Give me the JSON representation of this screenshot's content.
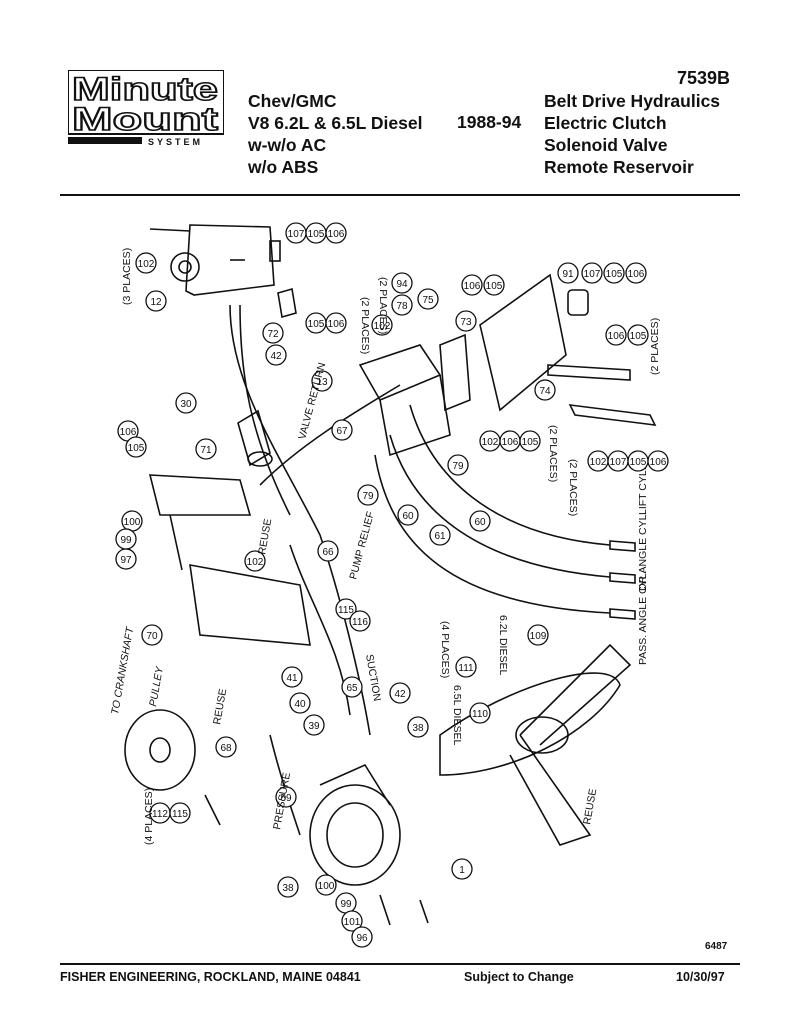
{
  "brand": {
    "line1": "Minute",
    "line2": "Mount",
    "tagline": "SYSTEM"
  },
  "header": {
    "vehicle_lines": [
      "Chev/GMC",
      "V8 6.2L & 6.5L Diesel",
      "w-w/o AC",
      "w/o ABS"
    ],
    "years": "1988-94",
    "part_number": "7539B",
    "kit_lines": [
      "Belt Drive Hydraulics",
      "Electric Clutch",
      "Solenoid Valve",
      "Remote Reservoir"
    ]
  },
  "diagram": {
    "callouts": [
      "102",
      "12",
      "107",
      "105",
      "106",
      "72",
      "105",
      "106",
      "42",
      "102",
      "78",
      "94",
      "75",
      "73",
      "106",
      "105",
      "91",
      "107",
      "105",
      "106",
      "106",
      "105",
      "13",
      "74",
      "30",
      "106",
      "105",
      "71",
      "67",
      "102",
      "106",
      "105",
      "79",
      "102",
      "107",
      "105",
      "106",
      "100",
      "99",
      "97",
      "79",
      "60",
      "61",
      "60",
      "102",
      "66",
      "70",
      "115",
      "116",
      "111",
      "109",
      "41",
      "40",
      "39",
      "42",
      "68",
      "110",
      "65",
      "38",
      "112",
      "115",
      "59",
      "38",
      "100",
      "99",
      "101",
      "96",
      "1"
    ],
    "labels": {
      "three_places": "(3 PLACES)",
      "two_places_a": "(2 PLACES)",
      "two_places_b": "(2 PLACES)",
      "two_places_c": "(2 PLACES)",
      "two_places_d": "(2 PLACES)",
      "two_places_e": "(2 PLACES)",
      "four_places_a": "(4 PLACES)",
      "four_places_b": "(4 PLACES)",
      "valve_return": "VALVE RETURN",
      "pump_relief": "PUMP RELIEF",
      "reuse_1": "REUSE",
      "reuse_2": "REUSE",
      "reuse_3": "REUSE",
      "suction": "SUCTION",
      "pressure": "PRESSURE",
      "to_crankshaft": "TO CRANKSHAFT",
      "pulley": "PULLEY",
      "lift_cyl": "LIFT CYL.",
      "dr_angle_cyl": "DR ANGLE CYL.",
      "pass_angle_cyl": "PASS. ANGLE CYL.",
      "diesel_62": "6.2L DIESEL",
      "diesel_65": "6.5L DIESEL"
    }
  },
  "drawing_number": "6487",
  "footer": {
    "company": "FISHER ENGINEERING, ROCKLAND, MAINE 04841",
    "notice": "Subject to Change",
    "date": "10/30/97"
  }
}
